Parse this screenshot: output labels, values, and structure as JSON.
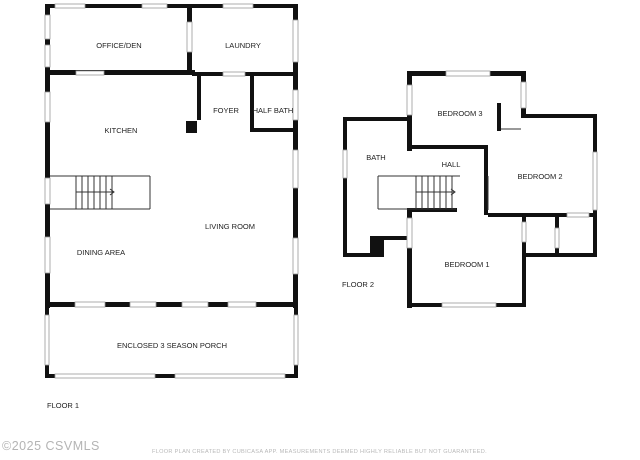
{
  "floor1": {
    "label": "FLOOR 1",
    "rooms": {
      "office": "OFFICE/DEN",
      "laundry": "LAUNDRY",
      "foyer": "FOYER",
      "half_bath": "HALF BATH",
      "kitchen": "KITCHEN",
      "living_room": "LIVING ROOM",
      "dining_area": "DINING AREA",
      "porch": "ENCLOSED 3 SEASON PORCH"
    }
  },
  "floor2": {
    "label": "FLOOR 2",
    "rooms": {
      "bedroom3": "BEDROOM 3",
      "bath": "BATH",
      "hall": "HALL",
      "bedroom2": "BEDROOM 2",
      "bedroom1": "BEDROOM 1"
    }
  },
  "footer": {
    "note": "FLOOR PLAN CREATED BY CUBICASA APP. MEASUREMENTS DEEMED HIGHLY RELIABLE BUT NOT GUARANTEED.",
    "copyright": "©2025 CSVMLS"
  }
}
